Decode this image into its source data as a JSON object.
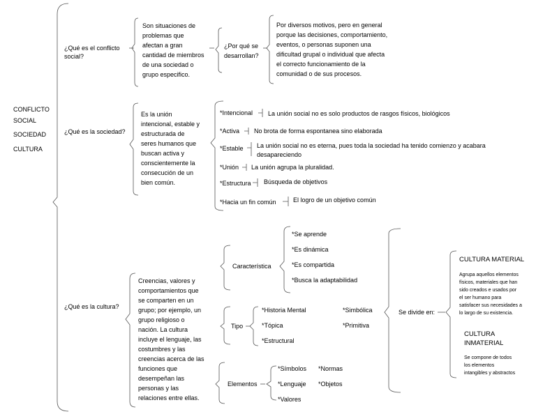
{
  "root_lines": [
    "CONFLICTO",
    "SOCIAL",
    "SOCIEDAD",
    "CULTURA"
  ],
  "conflicto": {
    "question": [
      "¿Qué es el conflicto",
      "social?"
    ],
    "answer": [
      "Son situaciones de",
      "problemas que",
      "afectan a gran",
      "cantidad de miembros",
      "de una sociedad o",
      "grupo especifico."
    ],
    "why_question": [
      "¿Por qué se",
      "desarrollan?"
    ],
    "why_answer": [
      "Por diversos motivos, pero en general",
      "porque las decisiones, comportamiento,",
      "eventos, o personas suponen una",
      "dificultad grupal o individual que afecta",
      "el correcto funcionamiento de la",
      "comunidad o de sus procesos."
    ]
  },
  "sociedad": {
    "question": "¿Qué es la sociedad?",
    "answer": [
      "Es la unión",
      "intencional, estable y",
      "estructurada de",
      "seres humanos que",
      "buscan activa y",
      "conscientemente la",
      "consecución de un",
      "bien común."
    ],
    "traits": [
      {
        "name": "*Intencional",
        "desc": [
          "La unión social no es solo productos de rasgos físicos, biológicos"
        ]
      },
      {
        "name": "*Activa",
        "desc": [
          "No brota de forma espontanea sino elaborada"
        ]
      },
      {
        "name": "*Estable",
        "desc": [
          "La unión social no es eterna, pues toda la sociedad ha tenido comienzo y acabara",
          "desapareciendo"
        ]
      },
      {
        "name": "*Unión",
        "desc": [
          "La unión agrupa la pluralidad."
        ]
      },
      {
        "name": "*Estructura",
        "desc": [
          "Búsqueda de objetivos"
        ]
      },
      {
        "name": "*Hacia un fin común",
        "desc": [
          "El logro de un objetivo común"
        ]
      }
    ]
  },
  "cultura": {
    "question": "¿Qué es la cultura?",
    "answer": [
      "Creencias, valores y",
      "comportamientos que",
      "se comparten en un",
      "grupo; por ejemplo, un",
      "grupo religioso o",
      "nación. La cultura",
      "incluye el lenguaje, las",
      "costumbres y las",
      "creencias acerca de las",
      "funciones que",
      "desempeñan las",
      "personas y las",
      "relaciones entre ellas."
    ],
    "caracteristica_label": "Característica",
    "caracteristicas": [
      "*Se aprende",
      "*Es dinámica",
      "*Es compartida",
      "*Busca la adaptabilidad"
    ],
    "tipo_label": "Tipo",
    "tipos_col1": [
      "*Historia Mental",
      "*Tópica",
      "*Estructural"
    ],
    "tipos_col2": [
      "*Simbólica",
      "*Primitiva"
    ],
    "elementos_label": "Elementos",
    "elementos_col1": [
      "*Símbolos",
      "*Lenguaje",
      "*Valores"
    ],
    "elementos_col2": [
      "*Normas",
      "*Objetos"
    ],
    "divide_label": "Se divide en:",
    "material_title": "CULTURA MATERIAL",
    "material_desc": [
      "Agrupa aquellos elementos",
      "físicos, materiales que han",
      "sido creados e usados por",
      "el ser humano para",
      "satisfacer sus necesidades a",
      "lo largo de su existencia."
    ],
    "inmaterial_title": [
      "CULTURA",
      "INMATERIAL"
    ],
    "inmaterial_desc": [
      "Se compone de todos",
      "los elementos",
      "intangibles y abstractos"
    ]
  }
}
